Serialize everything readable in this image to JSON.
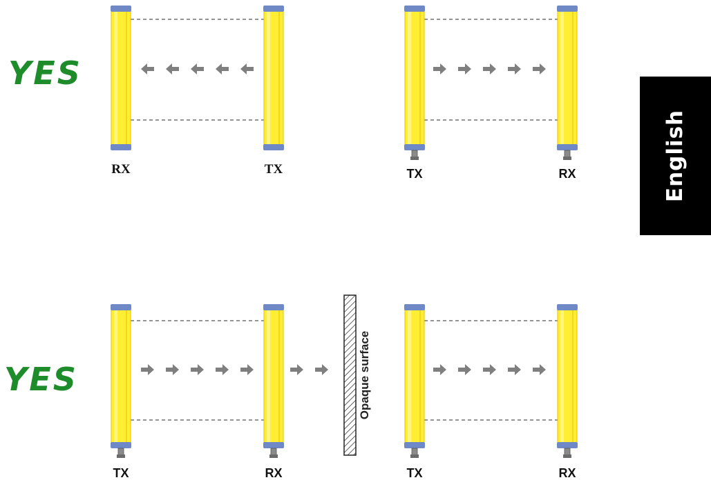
{
  "verdicts": [
    "YES",
    "YES"
  ],
  "surface_label": "Opaque surface",
  "language_tab": "English",
  "colors": {
    "curtain_body": "#ffee33",
    "curtain_edge": "#e6c200",
    "curtain_cap": "#6f89c6",
    "arrow": "#7f7f7f",
    "verdict": "#1e8c2a",
    "beam_line": "#555555"
  },
  "configurations": [
    {
      "id": "top-left",
      "left_label": "RX",
      "right_label": "TX",
      "beam_direction": "left",
      "label_style": "serif"
    },
    {
      "id": "top-right",
      "left_label": "TX",
      "right_label": "RX",
      "beam_direction": "right",
      "label_style": "sans"
    },
    {
      "id": "bottom-left",
      "left_label": "TX",
      "right_label": "RX",
      "beam_direction": "right",
      "label_style": "sans"
    },
    {
      "id": "bottom-right",
      "left_label": "TX",
      "right_label": "RX",
      "beam_direction": "right",
      "label_style": "sans"
    }
  ]
}
